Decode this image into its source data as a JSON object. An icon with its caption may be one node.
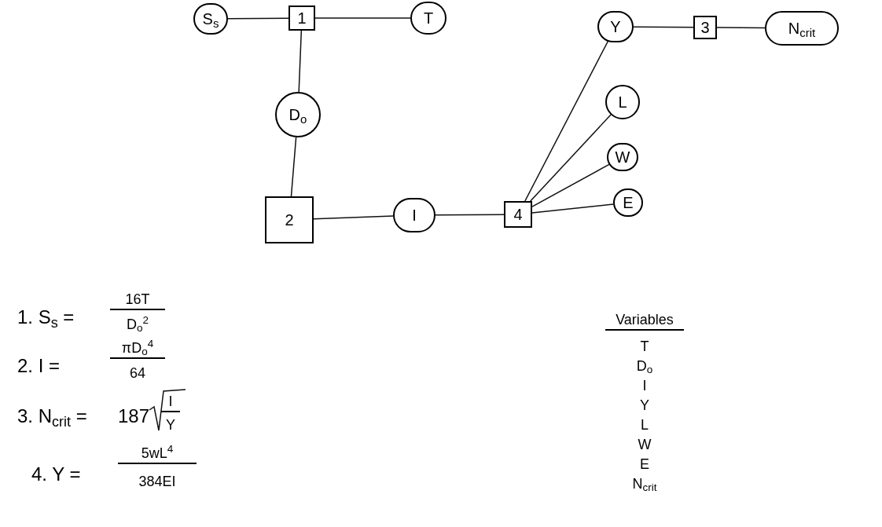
{
  "diagram": {
    "nodes": [
      {
        "text": [
          "S$_{s}$"
        ]
      },
      {
        "text": [
          "1"
        ]
      },
      {
        "text": [
          "T"
        ]
      },
      {
        "text": [
          "D$_{o}$"
        ]
      },
      {
        "text": [
          "2"
        ]
      },
      {
        "text": [
          "I"
        ]
      },
      {
        "text": [
          "4"
        ]
      },
      {
        "text": [
          "Y"
        ]
      },
      {
        "text": [
          "3"
        ]
      },
      {
        "text": [
          "N$_{crit}$"
        ]
      },
      {
        "text": [
          "L"
        ]
      },
      {
        "text": [
          "W"
        ]
      },
      {
        "text": [
          "E"
        ]
      }
    ],
    "edges": [
      {
        "from": 0,
        "to": 1,
        "arrow": "none"
      },
      {
        "from": 1,
        "to": 2,
        "arrow": "none"
      },
      {
        "from": 1,
        "to": 3,
        "arrow": "none"
      },
      {
        "from": 3,
        "to": 4,
        "arrow": "none"
      },
      {
        "from": 4,
        "to": 5,
        "arrow": "none"
      },
      {
        "from": 5,
        "to": 6,
        "arrow": "none"
      },
      {
        "from": 6,
        "to": 7,
        "arrow": "none"
      },
      {
        "from": 6,
        "to": 10,
        "arrow": "none"
      },
      {
        "from": 6,
        "to": 11,
        "arrow": "none"
      },
      {
        "from": 6,
        "to": 12,
        "arrow": "none"
      },
      {
        "from": 7,
        "to": 8,
        "arrow": "none"
      },
      {
        "from": 8,
        "to": 9,
        "arrow": "none"
      }
    ],
    "labels": [
      "1. S$_{s}$ =",
      "16T",
      "D$_{o}$$^{2}$",
      "2. I =",
      "πD$_{o}$$^{4}$",
      "64",
      "3. N$_{crit}$ =",
      "187",
      "I",
      "Y",
      "4. Y =",
      "5wL$^{4}$",
      "384EI",
      "Variables",
      "T",
      "D$_{o}$",
      "I",
      "Y",
      "L",
      "W",
      "E",
      "N$_{crit}$"
    ]
  }
}
